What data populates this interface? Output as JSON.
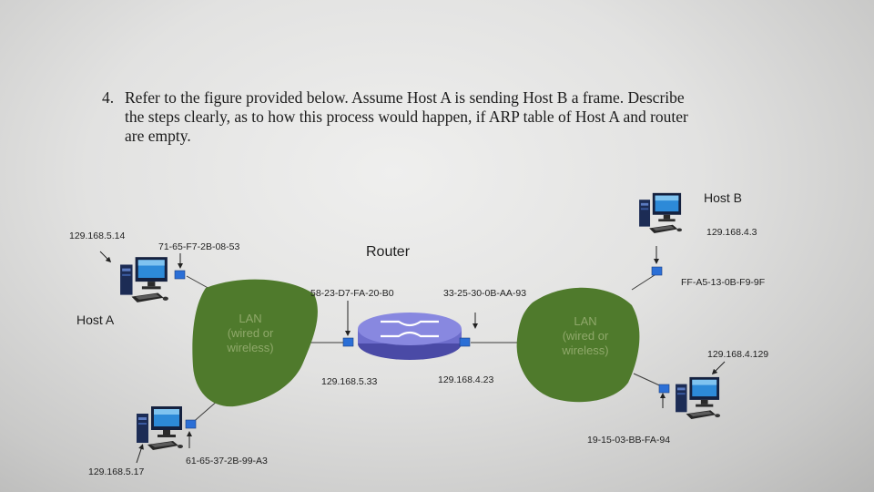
{
  "question": {
    "number": "4.",
    "lines": [
      "Refer to the figure provided below. Assume Host A is sending Host B a frame. Describe",
      "the steps clearly, as to how this process would happen, if ARP table of Host A and router",
      "are empty."
    ]
  },
  "diagram": {
    "router_label": "Router",
    "host_a_label": "Host A",
    "host_b_label": "Host B",
    "lan_left": [
      "LAN",
      "(wired or",
      "wireless)"
    ],
    "lan_right": [
      "LAN",
      "(wired or",
      "wireless)"
    ],
    "host_a_ip": "129.168.5.14",
    "host_a_mac": "71-65-F7-2B-08-53",
    "host_c_ip": "129.168.5.17",
    "host_c_mac": "61-65-37-2B-99-A3",
    "router_left_mac": "58-23-D7-FA-20-B0",
    "router_right_mac": "33-25-30-0B-AA-93",
    "router_left_ip": "129.168.5.33",
    "router_right_ip": "129.168.4.23",
    "host_b_ip": "129.168.4.3",
    "host_b_mac": "FF-A5-13-0B-F9-9F",
    "host_d_ip": "129.168.4.129",
    "host_d_mac": "19-15-03-BB-FA-94",
    "colors": {
      "lan_fill": "#4f7a2c",
      "adapter": "#2b6fd6",
      "router_body": "#7b7bd8"
    },
    "icons": [
      "computer-icon",
      "router-icon",
      "network-adapter-icon"
    ]
  }
}
